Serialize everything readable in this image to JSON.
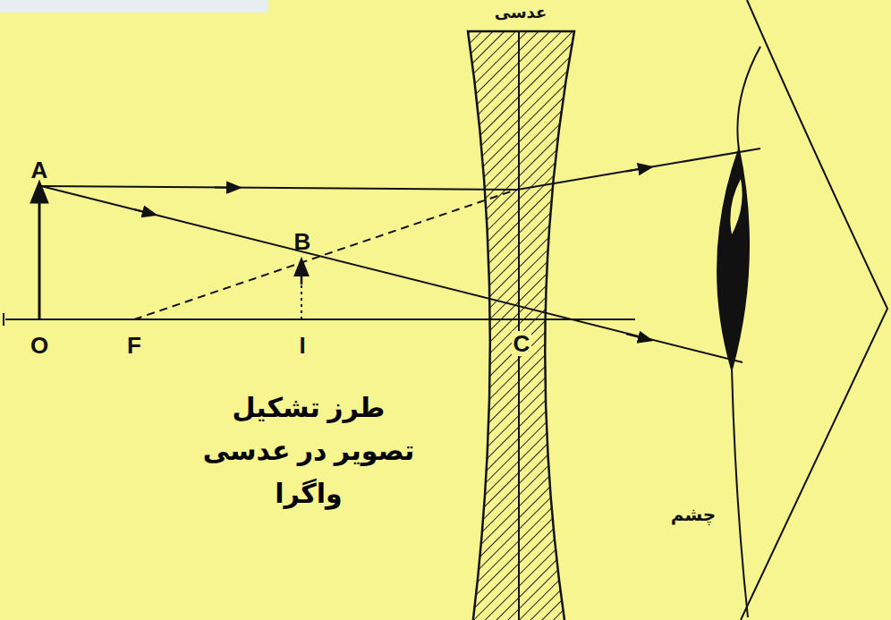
{
  "diagram": {
    "title": "طرز تشکیل تصویر در عدسی واگرا",
    "labels": [
      "عدسی",
      "A",
      "B",
      "O",
      "F",
      "I",
      "C",
      "چشم"
    ]
  }
}
